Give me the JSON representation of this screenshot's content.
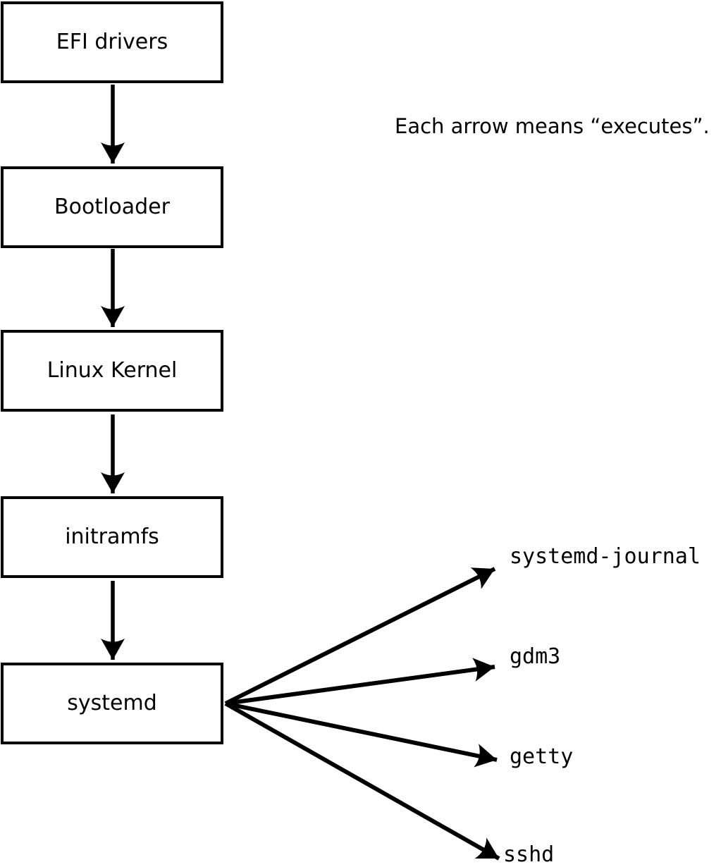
{
  "caption": {
    "text": "Each arrow means “executes”."
  },
  "boot_chain": [
    {
      "label": "EFI drivers"
    },
    {
      "label": "Bootloader"
    },
    {
      "label": "Linux Kernel"
    },
    {
      "label": "initramfs"
    },
    {
      "label": "systemd"
    }
  ],
  "spawned_processes": [
    {
      "label": "systemd-journal"
    },
    {
      "label": "gdm3"
    },
    {
      "label": "getty"
    },
    {
      "label": "sshd"
    }
  ],
  "colors": {
    "background": "#ffffff",
    "box_fill": "#ffffff",
    "line": "#000000",
    "text": "#000000"
  }
}
